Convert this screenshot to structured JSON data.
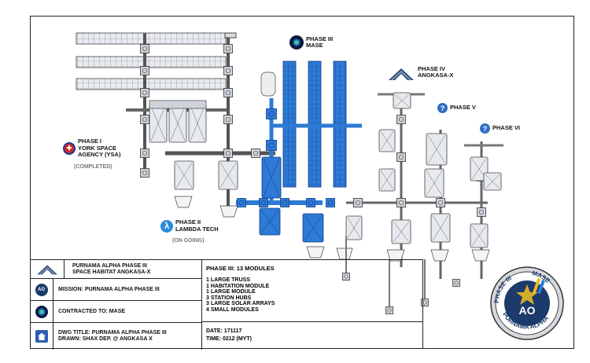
{
  "phases": {
    "p1": {
      "line1": "PHASE I",
      "line2": "YORK SPACE",
      "line3": "AGENCY (YSA)",
      "status": "(COMPLETED)"
    },
    "p2": {
      "line1": "PHASE II",
      "line2": "LAMBDA TECH",
      "status": "(ON GOING)",
      "icon": "λ"
    },
    "p3": {
      "line1": "PHASE III",
      "line2": "MASE"
    },
    "p4": {
      "line1": "PHASE IV",
      "line2": "ANGKASA-X"
    },
    "p5": {
      "line1": "PHASE V",
      "icon": "?"
    },
    "p6": {
      "line1": "PHASE VI",
      "icon": "?"
    }
  },
  "title_block": {
    "project_line1": "PURNAMA ALPHA PHASE III",
    "project_line2": "SPACE HABITAT ANGKASA-X",
    "mission": "MISSION: PURNAMA ALPHA PHASE III",
    "contracted": "CONTRACTED TO: MASE",
    "dwg_title": "DWG TITLE: PURNAMA ALPHA PHASE III",
    "drawn": "DRAWN: SHAX DEP. @ ANGKASA X",
    "ao_logo": "AO",
    "modules_title": "PHASE III: 13 MODULES",
    "modules": [
      "1 LARGE TRUSS",
      "1 HABITATION MODULE",
      "1 LARGE MODULE",
      "3 STATION HUBS",
      "3 LARGE SOLAR ARRAYS",
      "4 SMALL MODULES"
    ],
    "date": "DATE: 171117",
    "time": "TIME: 0212 (MYT)"
  },
  "seal": {
    "top_left": "PHASE III",
    "top_right": "MASE",
    "bottom": "PURNAMA ALPHA",
    "center": "AO"
  },
  "colors": {
    "accent_blue": "#2e7ad6",
    "module_fill": "#e6e9ee",
    "ysa_red": "#d22b2b",
    "lambda_blue": "#2a8be0",
    "seal_navy": "#1c3a6b",
    "seal_gold": "#e8b923"
  }
}
